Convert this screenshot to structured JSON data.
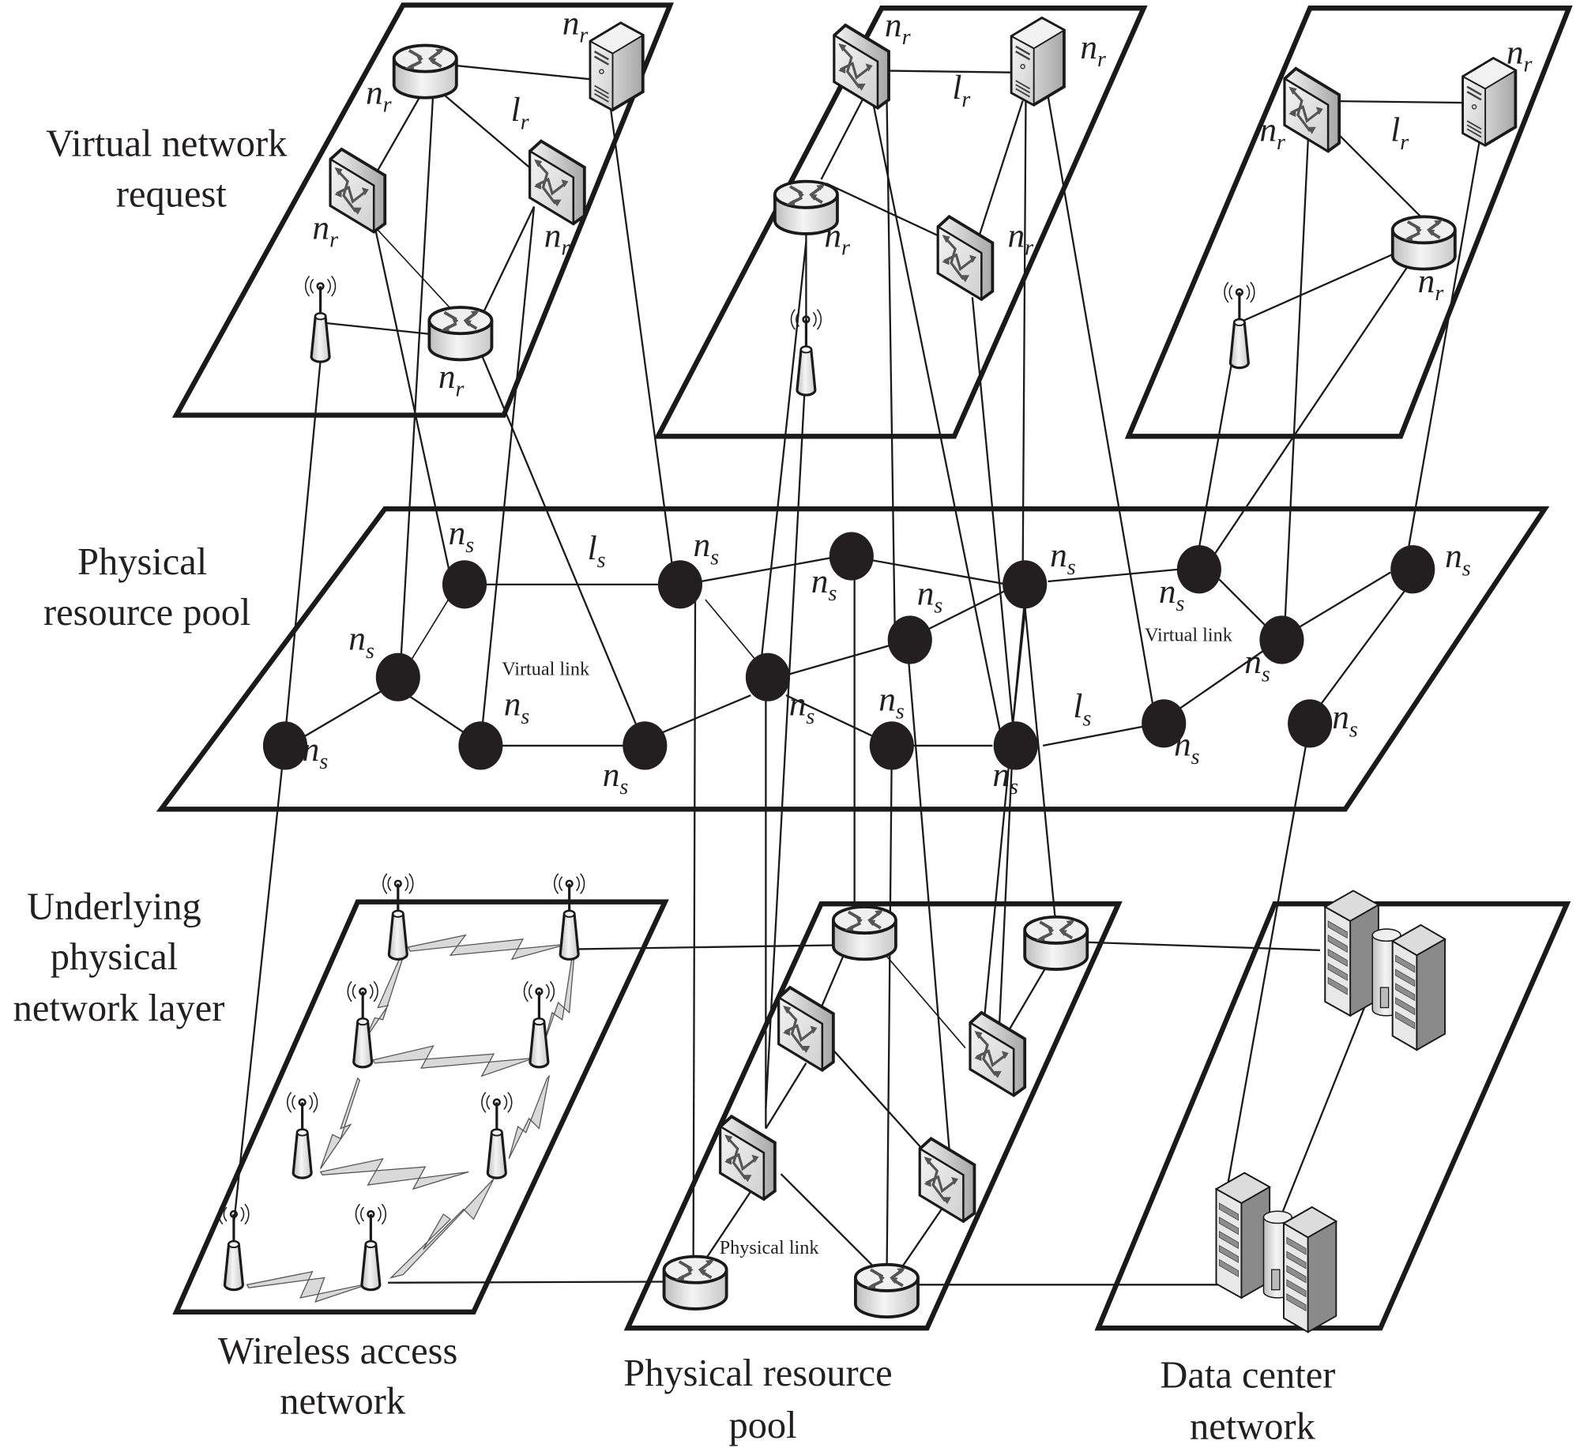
{
  "layers": {
    "virtual_network_request": {
      "label_lines": [
        "Virtual network",
        "request"
      ],
      "node_label": "n",
      "node_label_sub": "r",
      "link_label": "l",
      "link_label_sub": "r"
    },
    "physical_resource_pool": {
      "label_lines": [
        "Physical",
        "resource pool"
      ],
      "node_label": "n",
      "node_label_sub": "s",
      "link_label": "l",
      "link_label_sub": "s",
      "virtual_link_label": "Virtual link"
    },
    "underlying_physical_network_layer": {
      "label_lines": [
        "Underlying",
        "physical",
        "network layer"
      ],
      "physical_link_label": "Physical link",
      "subnetworks": [
        {
          "label_lines": [
            "Wireless access",
            "network"
          ]
        },
        {
          "label_lines": [
            "Physical resource",
            "pool"
          ]
        },
        {
          "label_lines": [
            "Data center",
            "network"
          ]
        }
      ]
    }
  },
  "colors": {
    "stroke": "#1a1a1a",
    "node_fill": "#231f20",
    "device_fill": "#e6e6e6",
    "device_arrow": "#555555",
    "wireless_bolt": "#d9d9d9"
  }
}
